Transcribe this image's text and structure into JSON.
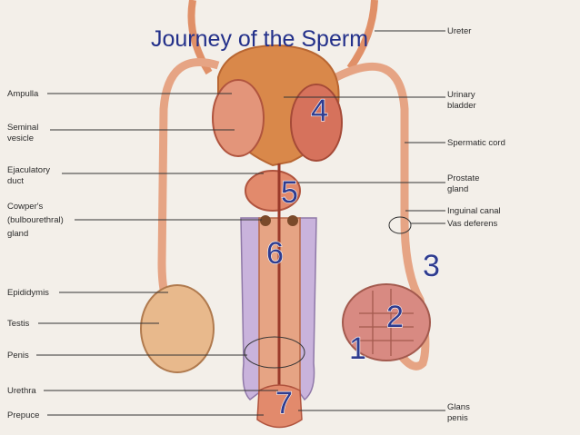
{
  "title": "Journey of the Sperm",
  "labels_left": {
    "ampulla": "Ampulla",
    "seminal_vesicle_1": "Seminal",
    "seminal_vesicle_2": "vesicle",
    "ejaculatory_duct_1": "Ejaculatory",
    "ejaculatory_duct_2": "duct",
    "cowpers_1": "Cowper's",
    "cowpers_2": "(bulbourethral)",
    "cowpers_3": "gland",
    "epididymis": "Epididymis",
    "testis": "Testis",
    "penis": "Penis",
    "urethra": "Urethra",
    "prepuce": "Prepuce"
  },
  "labels_right": {
    "ureter": "Ureter",
    "urinary_bladder_1": "Urinary",
    "urinary_bladder_2": "bladder",
    "spermatic_cord": "Spermatic cord",
    "prostate_1": "Prostate",
    "prostate_2": "gland",
    "inguinal_canal": "Inguinal canal",
    "vas_deferens": "Vas deferens",
    "glans_penis_1": "Glans",
    "glans_penis_2": "penis"
  },
  "step_numbers": {
    "step_1": "1",
    "step_2": "2",
    "step_3": "3",
    "step_4": "4",
    "step_5": "5",
    "step_6": "6",
    "step_7": "7"
  },
  "colors": {
    "bladder": "#d9884a",
    "tissue": "#e09068",
    "tube": "#e6a484",
    "penis_sheath": "#c9b3dc",
    "number": "#2f3c8f",
    "title": "#23308a"
  }
}
